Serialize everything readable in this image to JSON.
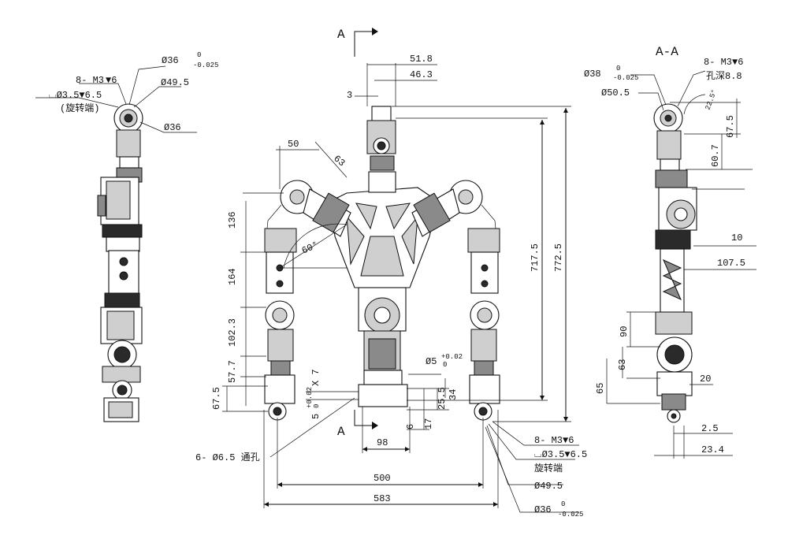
{
  "section_marks": {
    "a_top": "A",
    "a_bottom": "A",
    "section_title": "A-A"
  },
  "left_view": {
    "holes_count": "8- M3",
    "counterbore": "⌴Ø3.5",
    "counterbore_depth": "6.5",
    "note": "(旋转端)",
    "d36_tol": "Ø36",
    "d36_tol_upper": "0",
    "d36_tol_lower": "-0.025",
    "d49": "Ø49.5",
    "d36": "Ø36"
  },
  "front_view": {
    "dim_51_8": "51.8",
    "dim_46_3": "46.3",
    "dim_3": "3",
    "dim_50": "50",
    "dim_63": "63",
    "dim_136": "136",
    "dim_60deg": "60°",
    "dim_164": "164",
    "dim_102_3": "102.3",
    "dim_57_7": "57.7",
    "dim_67_5": "67.5",
    "dim_7": "7",
    "dim_5tol": "5",
    "dim_5tol_upper": "+0.02",
    "dim_5tol_lower": "0",
    "hole_d5": "Ø5",
    "hole_d5_upper": "+0.02",
    "hole_d5_lower": "0",
    "dim_34": "34",
    "dim_25_5": "25.5",
    "dim_17": "17",
    "dim_6": "6",
    "dim_98": "98",
    "dim_500": "500",
    "dim_583": "583",
    "dim_717_5": "717.5",
    "dim_772_5": "772.5",
    "through_hole": "6- Ø6.5 通孔",
    "br_holes": "8- M3",
    "br_counterbore": "⌴Ø3.5",
    "br_counterbore_depth": "6.5",
    "br_note": "旋转端",
    "br_d49": "Ø49.5",
    "br_d36": "Ø36",
    "br_d36_upper": "0",
    "br_d36_lower": "-0.025"
  },
  "section_view": {
    "d38": "Ø38",
    "d38_upper": "0",
    "d38_lower": "-0.025",
    "holes": "8- M3",
    "hole_depth": "孔深8.8",
    "d50_5": "Ø50.5",
    "angle": "22.5°",
    "dim_67_5": "67.5",
    "dim_60_7": "60.7",
    "dim_10": "10",
    "dim_107_5": "107.5",
    "dim_90": "90",
    "dim_63": "63",
    "dim_65": "65",
    "dim_20": "20",
    "dim_2_5": "2.5",
    "dim_23_4": "23.4"
  }
}
